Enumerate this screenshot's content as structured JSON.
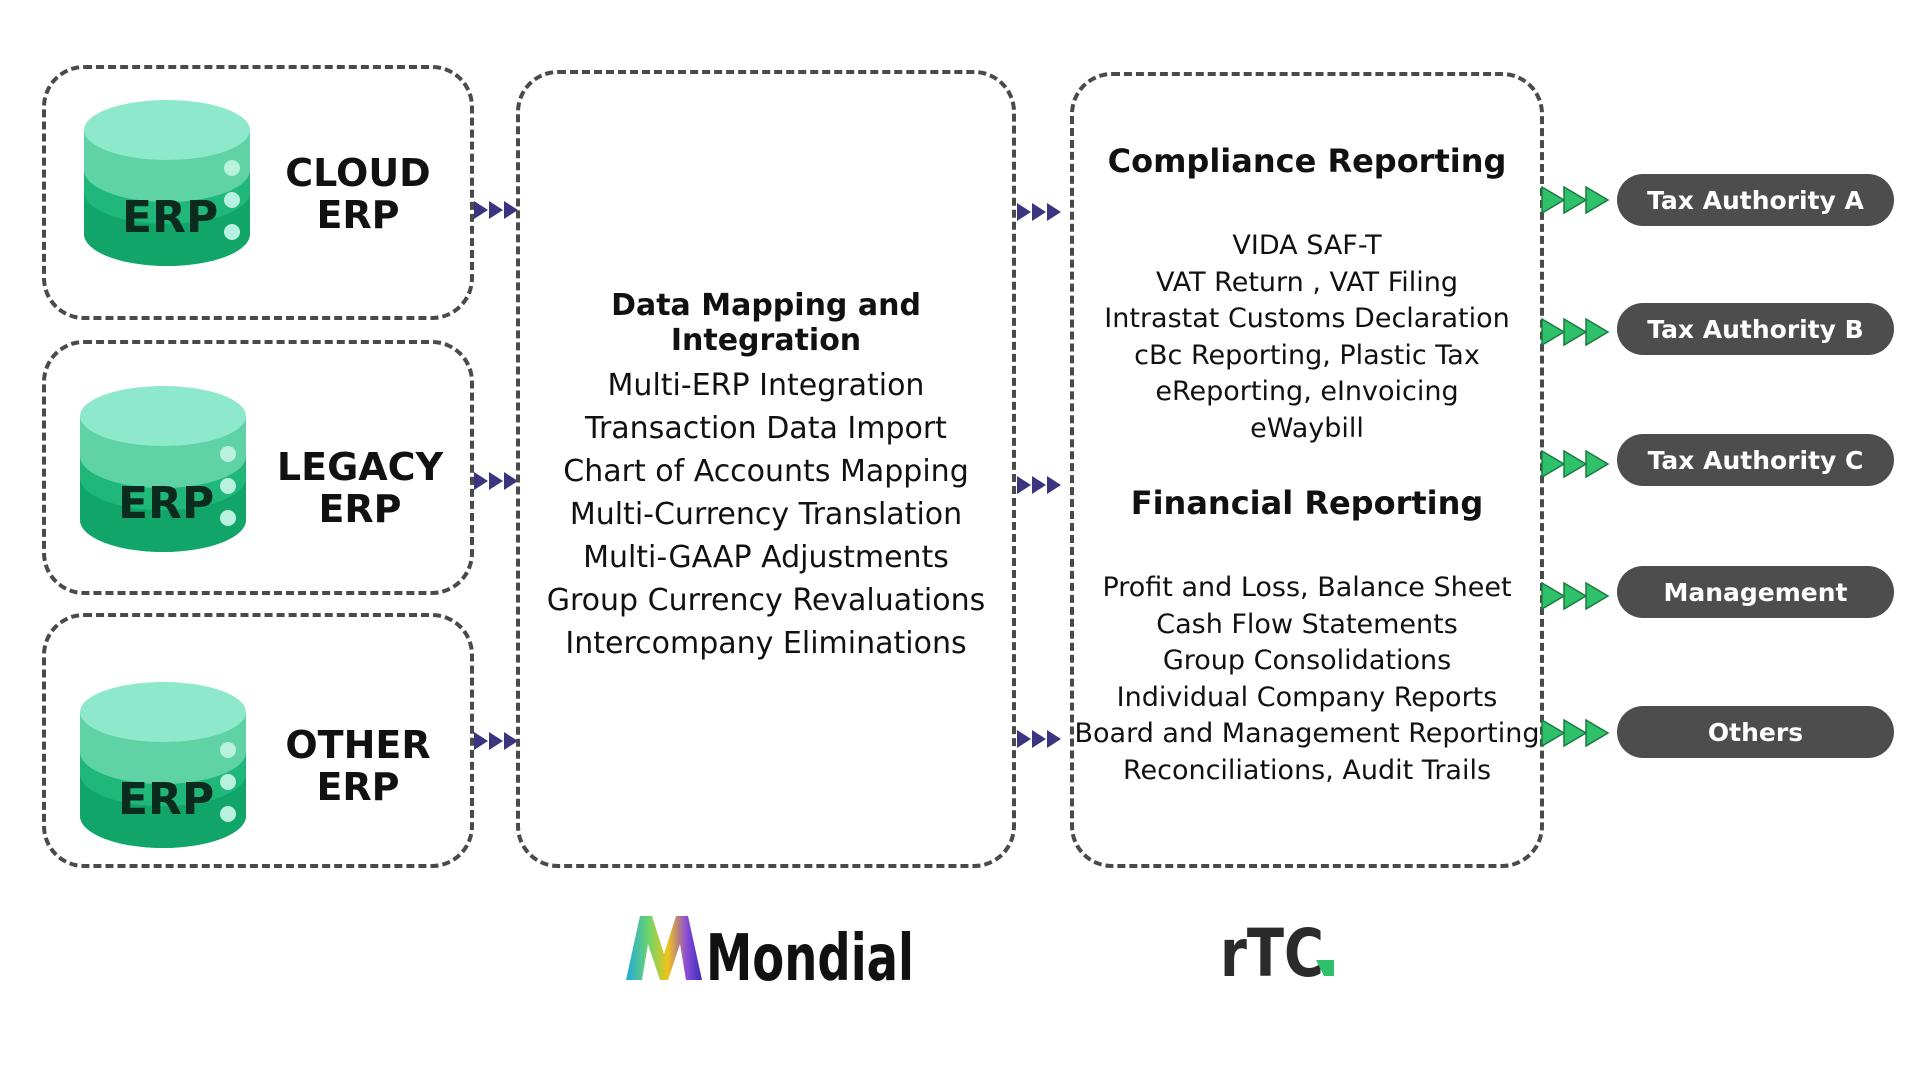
{
  "sources": [
    {
      "icon_text": "ERP",
      "label_line1": "CLOUD",
      "label_line2": "ERP"
    },
    {
      "icon_text": "ERP",
      "label_line1": "LEGACY",
      "label_line2": "ERP"
    },
    {
      "icon_text": "ERP",
      "label_line1": "OTHER",
      "label_line2": "ERP"
    }
  ],
  "integration": {
    "title": "Data Mapping and Integration",
    "items": [
      "Multi-ERP Integration",
      "Transaction Data Import",
      "Chart of Accounts Mapping",
      "Multi-Currency Translation",
      "Multi-GAAP Adjustments",
      "Group Currency Revaluations",
      "Intercompany Eliminations"
    ]
  },
  "reporting": {
    "compliance_title": "Compliance Reporting",
    "compliance_items": [
      "VIDA SAF-T",
      "VAT Return , VAT Filing",
      "Intrastat Customs Declaration",
      "cBc Reporting, Plastic Tax",
      "eReporting, eInvoicing",
      "eWaybill"
    ],
    "financial_title": "Financial Reporting",
    "financial_items": [
      "Profit and Loss, Balance Sheet",
      "Cash Flow Statements",
      "Group Consolidations",
      "Individual Company Reports",
      "Board and Management Reporting",
      "Reconciliations, Audit Trails"
    ]
  },
  "destinations": [
    {
      "label": "Tax Authority A"
    },
    {
      "label": "Tax Authority B"
    },
    {
      "label": "Tax Authority C"
    },
    {
      "label": "Management"
    },
    {
      "label": "Others"
    }
  ],
  "logos": {
    "mondial": "Mondial",
    "rtc": "rTC"
  },
  "colors": {
    "box_border": "#4a4a4a",
    "pill_bg": "#4d4d4d",
    "db_top": "#8ee9cc",
    "db_body": "#1fb87a",
    "flow_arrow": "#3b3580",
    "output_arrow": "#2ec16a"
  }
}
